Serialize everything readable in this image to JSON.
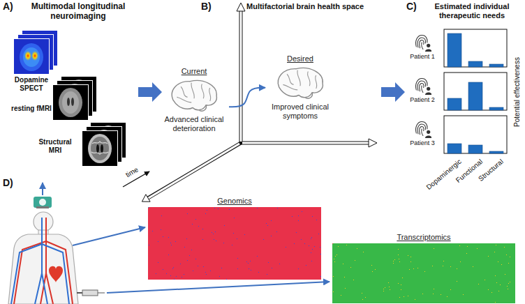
{
  "diagram": {
    "nodes": [
      {
        "text": [
          "Current",
          "Advanced clinical deterioration"
        ]
      },
      {
        "text": [
          "Desired",
          "Improved clinical symptoms"
        ]
      },
      {
        "text": [
          "Genomics"
        ]
      },
      {
        "text": [
          "Transcriptomics"
        ]
      }
    ],
    "edges": [
      {
        "from": 0,
        "to": 1,
        "arrow": "to"
      }
    ],
    "labels": [
      "A)",
      "Multimodal longitudinal neuroimaging",
      "Dopamine SPECT",
      "resting fMRI",
      "Structural MRI",
      "time",
      "B)",
      "Multifactorial brain health space",
      "C)",
      "Estimated individual therapeutic needs",
      "Patient 1",
      "Patient 2",
      "Patient 3",
      "Dopaminergic",
      "Functional",
      "Structural",
      "Potential effectiveness",
      "D)"
    ]
  }
}
